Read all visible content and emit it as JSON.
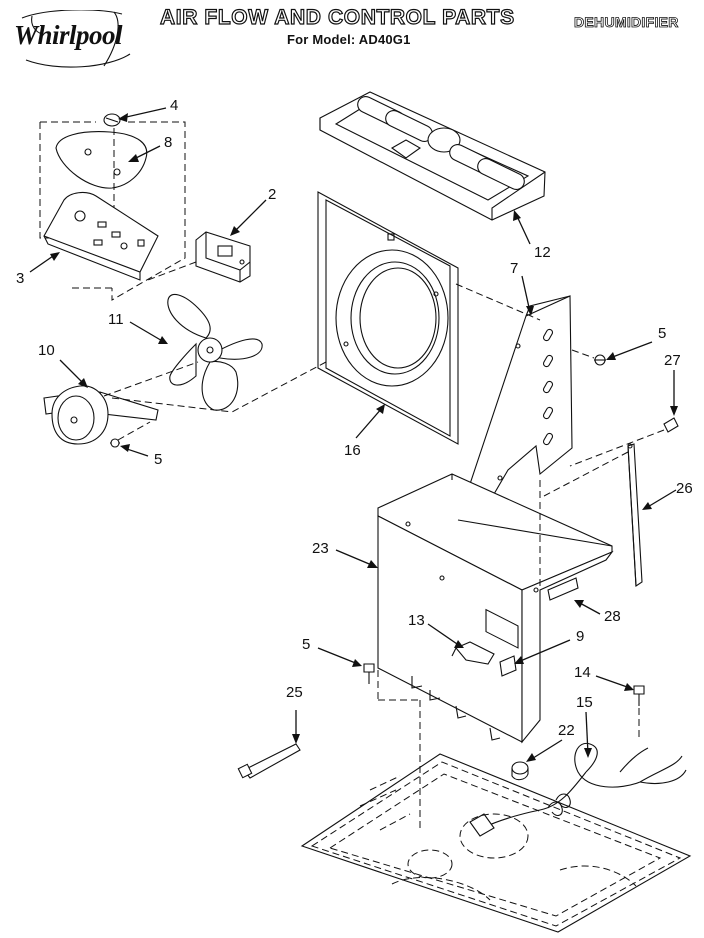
{
  "header": {
    "brand": "Whirlpool",
    "title": "AIR FLOW AND CONTROL PARTS",
    "subtitle": "For Model: AD40G1",
    "product": "DEHUMIDIFIER"
  },
  "callouts": [
    "4",
    "8",
    "2",
    "3",
    "11",
    "10",
    "5",
    "12",
    "7",
    "5",
    "27",
    "16",
    "26",
    "23",
    "28",
    "13",
    "9",
    "5",
    "14",
    "15",
    "25",
    "22"
  ]
}
